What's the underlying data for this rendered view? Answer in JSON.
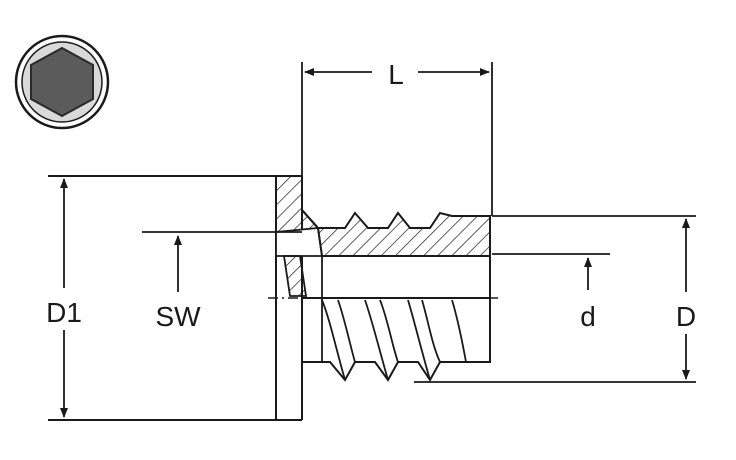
{
  "diagram": {
    "labels": {
      "length": "L",
      "head_diameter": "D1",
      "wrench_size": "SW",
      "internal_thread": "d",
      "outer_diameter": "D"
    },
    "drive_icon": "hex-socket-icon",
    "colors": {
      "line": "#1a1a1a",
      "hex_fill": "#5b5b5b",
      "icon_bg": "#d9d9d9",
      "icon_ring": "#1a1a1a",
      "thread_fill": "#e6e6e6"
    }
  }
}
